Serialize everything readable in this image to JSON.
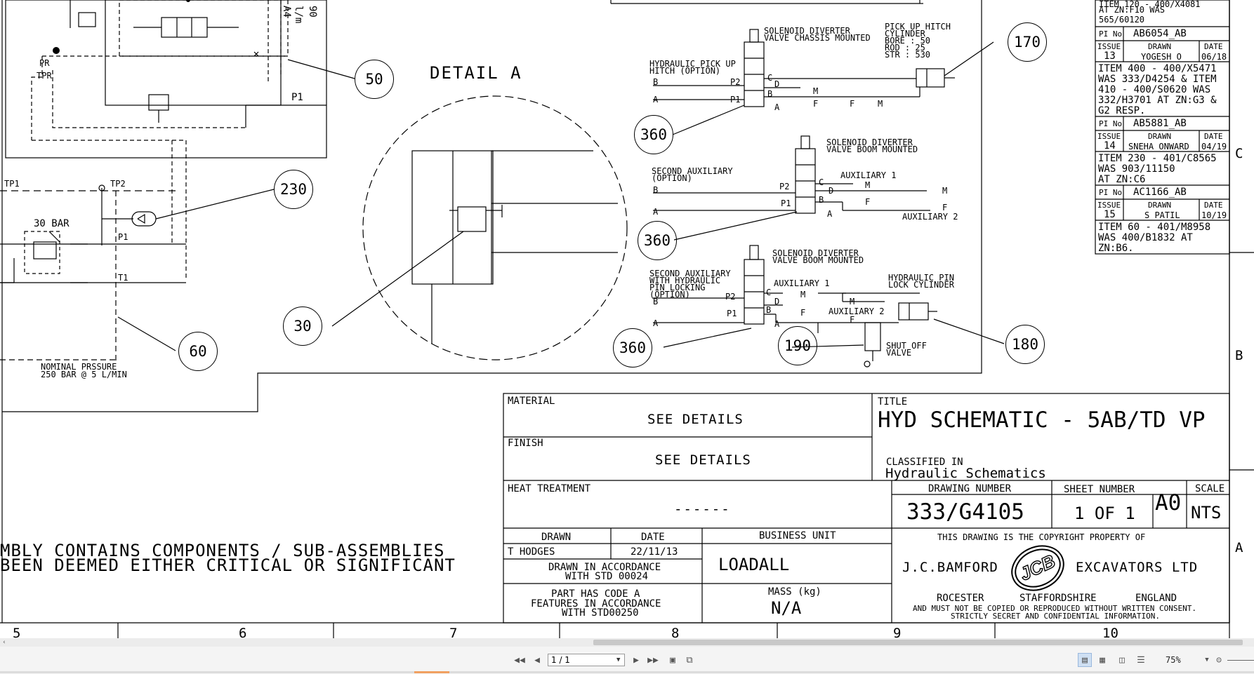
{
  "revisions": {
    "top_lines": [
      "ITEM 120 - 400/X4081",
      "AT ZN:F10 WAS",
      "565/60120"
    ],
    "pi_label": "PI No",
    "issue_label": "ISSUE",
    "drawn_label": "DRAWN",
    "date_label": "DATE",
    "entries": [
      {
        "pi": "AB6054_AB",
        "issue": "13",
        "drawn": "YOGESH O",
        "date": "06/18",
        "lines": [
          "ITEM 400 - 400/X5471",
          "WAS 333/D4254 & ITEM",
          "410 - 400/S0620 WAS",
          "332/H3701 AT ZN:G3 &",
          "G2 RESP."
        ]
      },
      {
        "pi": "AB5881_AB",
        "issue": "14",
        "drawn": "SNEHA ONWARD",
        "date": "04/19",
        "lines": [
          "ITEM 230 - 401/C8565",
          "WAS 903/11150",
          "AT ZN:C6"
        ]
      },
      {
        "pi": "AC1166_AB",
        "issue": "15",
        "drawn": "S PATIL",
        "date": "10/19",
        "lines": [
          "ITEM 60 - 401/M8958",
          "WAS 400/B1832 AT",
          "ZN:B6."
        ]
      }
    ]
  },
  "zones": {
    "right": [
      "C",
      "B",
      "A"
    ],
    "bottom": [
      "5",
      "6",
      "7",
      "8",
      "9",
      "10"
    ]
  },
  "schematic": {
    "detail_label": "DETAIL A",
    "port_labels": {
      "tp1": "TP1",
      "tp2": "TP2",
      "p1": "P1",
      "t1": "T1",
      "pr": "PR",
      "tpr": "TPR",
      "p1_top": "P1",
      "a4": "A4",
      "l_min": "l/m",
      "n90": "90"
    },
    "bar_label": "30 BAR",
    "nominal_pressure": [
      "NOMINAL PRSSURE",
      "250 BAR @ 5 L/MIN"
    ],
    "bubbles": [
      "50",
      "230",
      "30",
      "60",
      "170",
      "360",
      "360",
      "360",
      "190",
      "180"
    ],
    "circuit1": {
      "valve_label": [
        "SOLENOID DIVERTER",
        "VALVE CHASSIS MOUNTED"
      ],
      "left_label": [
        "HYDRAULIC PICK UP",
        "HITCH (OPTION)"
      ],
      "cylinder_label": [
        "PICK UP HITCH",
        "CYLINDER",
        "BORE :  50",
        "ROD  :  25",
        "STR  :  530"
      ],
      "ports": [
        "B",
        "A",
        "P2",
        "P1",
        "C",
        "D",
        "B",
        "A",
        "M",
        "F",
        "F",
        "M"
      ]
    },
    "circuit2": {
      "valve_label": [
        "SOLENOID DIVERTER",
        "VALVE BOOM MOUNTED"
      ],
      "left_label": [
        "SECOND AUXILIARY",
        "(OPTION)"
      ],
      "aux1": "AUXILIARY 1",
      "aux2": "AUXILIARY 2",
      "ports": [
        "B",
        "A",
        "P2",
        "P1",
        "C",
        "D",
        "B",
        "A",
        "M",
        "F",
        "M",
        "F"
      ]
    },
    "circuit3": {
      "valve_label": [
        "SOLENOID DIVERTER",
        "VALVE BOOM MOUNTED"
      ],
      "left_label": [
        "SECOND AUXILIARY",
        "WITH HYDRAULIC",
        "PIN LOCKING",
        "(OPTION)"
      ],
      "aux1": "AUXILIARY 1",
      "aux2": "AUXILIARY 2",
      "cylinder_label": [
        "HYDRAULIC PIN",
        "LOCK CYLINDER"
      ],
      "shutoff_label": [
        "SHUT OFF",
        "VALVE"
      ],
      "ports": [
        "B",
        "A",
        "P2",
        "P1",
        "C",
        "D",
        "B",
        "A",
        "M",
        "F",
        "M",
        "F"
      ]
    }
  },
  "notes": {
    "line1": "MBLY CONTAINS COMPONENTS / SUB-ASSEMBLIES",
    "line2": " BEEN DEEMED EITHER CRITICAL OR SIGNIFICANT"
  },
  "title_block": {
    "material_label": "MATERIAL",
    "material_value": "SEE DETAILS",
    "finish_label": "FINISH",
    "finish_value": "SEE DETAILS",
    "heat_label": "HEAT TREATMENT",
    "heat_value": "------",
    "title_label": "TITLE",
    "title_value": "HYD SCHEMATIC - 5AB/TD VP",
    "classified_label": "CLASSIFIED IN",
    "classified_value": "Hydraulic Schematics",
    "drawing_number_label": "DRAWING NUMBER",
    "drawing_number": "333/G4105",
    "sheet_number_label": "SHEET NUMBER",
    "sheet_number": "1 OF 1",
    "size": "A0",
    "scale_label": "SCALE",
    "scale_value": "NTS",
    "drawn_label": "DRAWN",
    "drawn_value": "T HODGES",
    "date_label": "DATE",
    "date_value": "22/11/13",
    "business_unit_label": "BUSINESS UNIT",
    "business_unit": "LOADALL",
    "accordance": [
      "DRAWN IN ACCORDANCE",
      "WITH STD 00024"
    ],
    "part_code": [
      "PART HAS CODE  A",
      "FEATURES IN ACCORDANCE",
      "WITH STD00250"
    ],
    "mass_label": "MASS (kg)",
    "mass_value": "N/A",
    "copyright_line": "THIS DRAWING IS THE COPYRIGHT PROPERTY OF",
    "company_left": "J.C.BAMFORD",
    "company_right": "EXCAVATORS LTD",
    "logo_text": "JCB",
    "address": [
      "ROCESTER",
      "STAFFORDSHIRE",
      "ENGLAND"
    ],
    "secret_lines": [
      "AND MUST NOT BE COPIED OR REPRODUCED WITHOUT WRITTEN CONSENT.",
      "STRICTLY SECRET AND CONFIDENTIAL INFORMATION."
    ]
  },
  "toolbar": {
    "page_value": "1 / 1",
    "zoom_value": "75%"
  }
}
